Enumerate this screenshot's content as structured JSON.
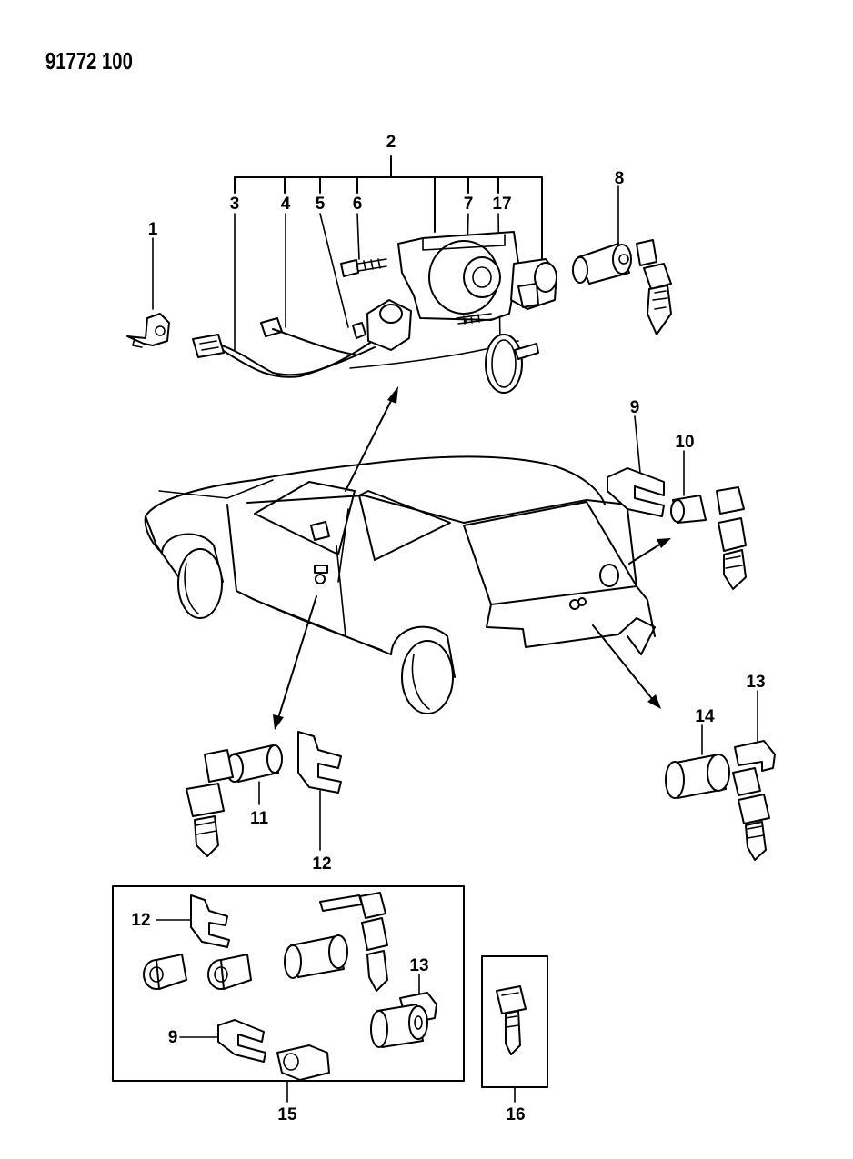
{
  "document_id": "91772 100",
  "callouts": [
    {
      "id": "c1",
      "label": "1"
    },
    {
      "id": "c2",
      "label": "2"
    },
    {
      "id": "c3",
      "label": "3"
    },
    {
      "id": "c4",
      "label": "4"
    },
    {
      "id": "c5",
      "label": "5"
    },
    {
      "id": "c6",
      "label": "6"
    },
    {
      "id": "c7",
      "label": "7"
    },
    {
      "id": "c17",
      "label": "17"
    },
    {
      "id": "c8",
      "label": "8"
    },
    {
      "id": "c9",
      "label": "9"
    },
    {
      "id": "c10",
      "label": "10"
    },
    {
      "id": "c11",
      "label": "11"
    },
    {
      "id": "c12",
      "label": "12"
    },
    {
      "id": "c13",
      "label": "13"
    },
    {
      "id": "c14",
      "label": "14"
    },
    {
      "id": "c12b",
      "label": "12"
    },
    {
      "id": "c13b",
      "label": "13"
    },
    {
      "id": "c9b",
      "label": "9"
    },
    {
      "id": "c15",
      "label": "15"
    },
    {
      "id": "c16",
      "label": "16"
    }
  ]
}
